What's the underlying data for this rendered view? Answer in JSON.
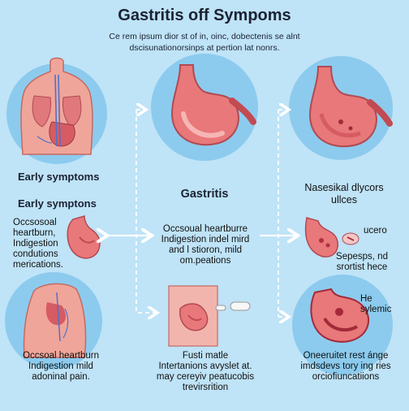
{
  "header": {
    "title": "Gastritis off Sympoms",
    "subtitle_line1": "Ce rem ipsum dior st of in, oinc, dobectenis se alnt",
    "subtitle_line2": "dscisunationorsinps at pertion lat nonrs."
  },
  "left": {
    "label_1": "Early symptoms",
    "label_2": "Early symptons",
    "symptoms_1": [
      "Occsosoal",
      "heartburn,",
      "Indigestion",
      "condutions",
      "merications."
    ],
    "symptoms_2": [
      "Occsoal heartburn",
      "Indigestion mild",
      "adoninal pain."
    ]
  },
  "center": {
    "heading": "Gastritis",
    "text_1": [
      "Occsoual heartburre",
      "Indigestion indel mird",
      "and l stioron, mild",
      "om.peations"
    ],
    "text_2": [
      "Fusti matle",
      "Intertanions avyslet at.",
      "may cereyiv peatucobis",
      "trevirsrition"
    ]
  },
  "right": {
    "heading": [
      "Nasesikal dlycors",
      "ullces"
    ],
    "ulcer_label": "ucero",
    "ulcer_text": [
      "Sepesps, nd",
      "srortist hece"
    ],
    "he_label": [
      "He",
      "sylemic"
    ],
    "text_bottom": [
      "Oneeruitet rest ánge",
      "imdsdevs tory ing ries",
      "orciofiuncatiions"
    ]
  },
  "colors": {
    "background": "#bfe3f7",
    "circle": "#8ccbee",
    "organ": "#e8787a",
    "organ_dark": "#c24a52",
    "arrow": "#ffffff"
  }
}
